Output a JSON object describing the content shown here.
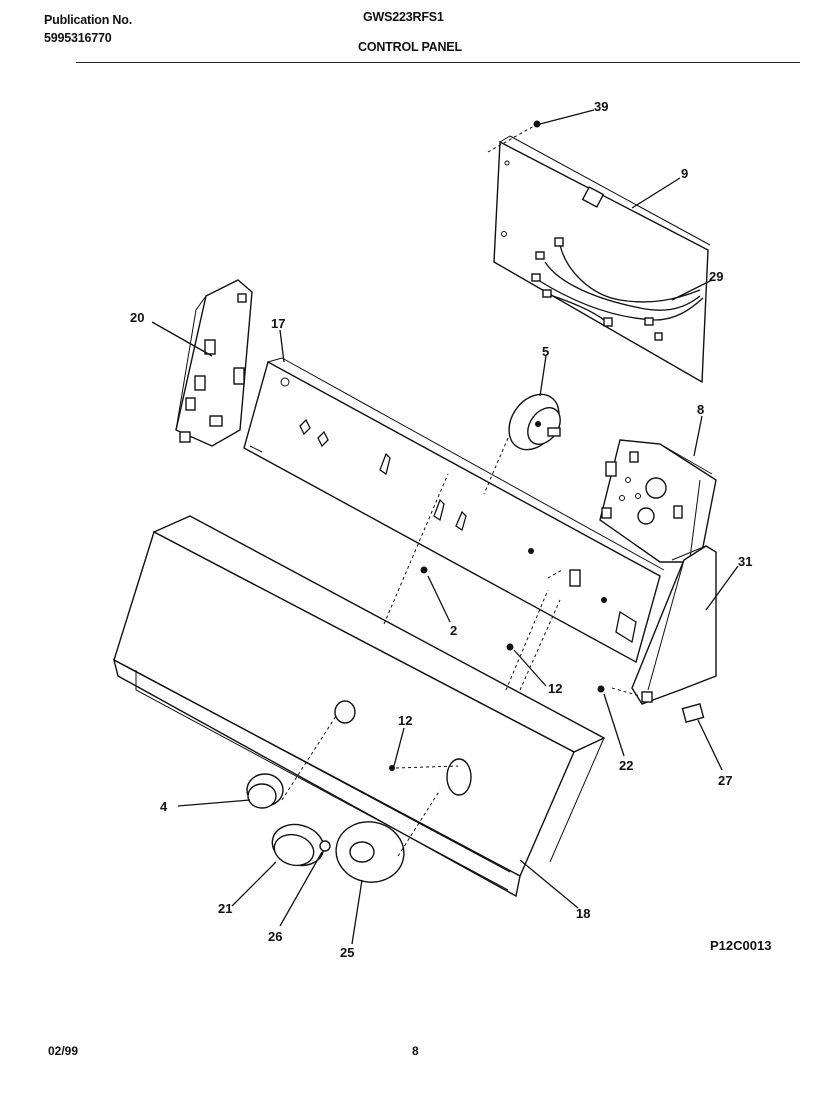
{
  "header": {
    "publication_label": "Publication No.",
    "publication_number": "5995316770",
    "model": "GWS223RFS1",
    "section": "CONTROL PANEL"
  },
  "diagram_code": "P12C0013",
  "footer": {
    "date": "02/99",
    "page": "8"
  },
  "callouts": [
    "39",
    "9",
    "29",
    "20",
    "17",
    "5",
    "8",
    "31",
    "2",
    "12",
    "12",
    "22",
    "27",
    "4",
    "21",
    "26",
    "25",
    "18"
  ]
}
